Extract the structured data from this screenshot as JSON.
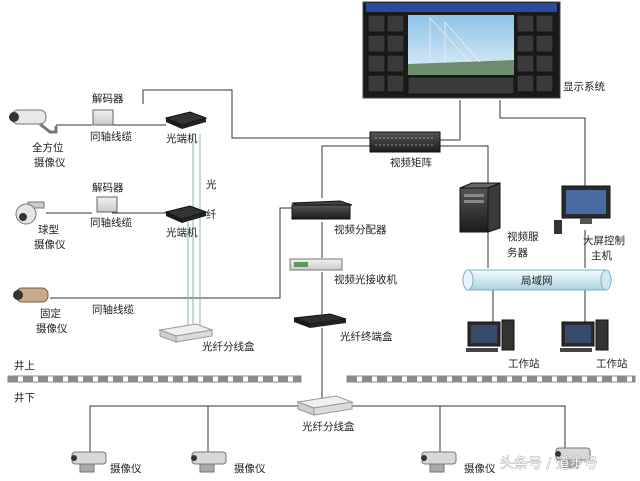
{
  "labels": {
    "display_system": "显示系统",
    "video_matrix": "视频矩阵",
    "decoder_1": "解码器",
    "decoder_2": "解码器",
    "coax_1": "同轴线缆",
    "coax_2": "同轴线缆",
    "coax_3": "同轴线缆",
    "fiber_terminal_1": "光端机",
    "fiber_terminal_2": "光端机",
    "fiber_char_1": "光",
    "fiber_char_2": "纤",
    "omni_camera_1": "全方位",
    "omni_camera_2": "摄像仪",
    "ball_camera_1": "球型",
    "ball_camera_2": "摄像仪",
    "fixed_camera_1": "固定",
    "fixed_camera_2": "摄像仪",
    "video_distributor": "视频分配器",
    "video_optical_receiver": "视频光接收机",
    "fiber_terminal_box": "光纤终端盒",
    "fiber_split_box_1": "光纤分线盒",
    "fiber_split_box_2": "光纤分线盒",
    "video_server_1": "视频服",
    "video_server_2": "务器",
    "big_screen_1": "大屏控制",
    "big_screen_2": "主机",
    "lan": "局域网",
    "workstation_1": "工作站",
    "workstation_2": "工作站",
    "above_ground": "井上",
    "underground": "井下",
    "camera_1": "摄像仪",
    "camera_2": "摄像仪",
    "camera_3": "摄像仪",
    "watermark": "头条号 / 道步号"
  },
  "colors": {
    "line": "#333333",
    "fiber_line": "#7fb8b0",
    "lan_pipe": "#d8eef3",
    "device_dark": "#2b2b2b",
    "ground": "#8a8a8a"
  }
}
